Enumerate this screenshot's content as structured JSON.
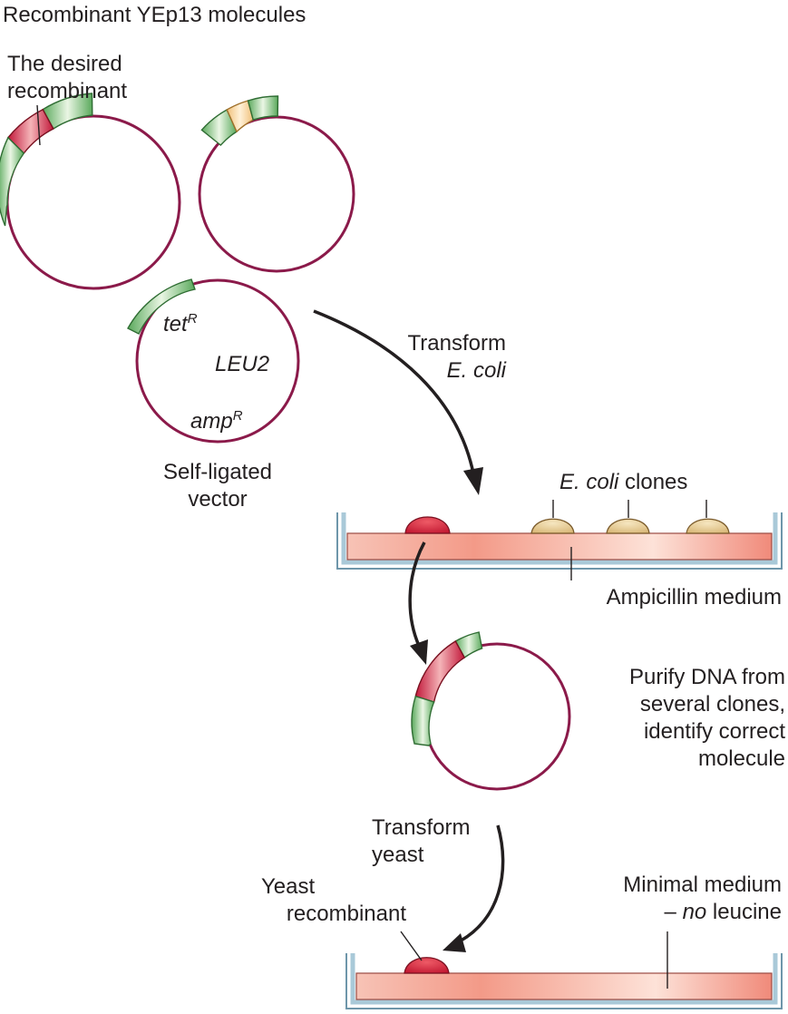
{
  "title": "Recombinant YEp13 molecules",
  "labels": {
    "desired_recombinant": [
      "The desired",
      "recombinant"
    ],
    "tet": "tet",
    "tet_sup": "R",
    "leu2": "LEU2",
    "amp": "amp",
    "amp_sup": "R",
    "self_ligated": [
      "Self-ligated",
      "vector"
    ],
    "transform_ecoli": [
      "Transform",
      "E. coli"
    ],
    "ecoli_clones_italic": "E. coli",
    "ecoli_clones_rest": " clones",
    "ampicillin_medium": "Ampicillin medium",
    "purify": [
      "Purify DNA from",
      "several clones,",
      "identify correct",
      "molecule"
    ],
    "transform_yeast": [
      "Transform",
      "yeast"
    ],
    "yeast_recombinant": [
      "Yeast",
      "recombinant"
    ],
    "minimal_medium": "Minimal medium",
    "no_leucine_dash": "– ",
    "no_leucine_no": "no",
    "no_leucine_rest": " leucine"
  },
  "colors": {
    "plasmid_ring": "#8b1a4a",
    "insert_red": "#d8344a",
    "tet_green": "#7fc27c",
    "insert_yellow": "#f2d49a",
    "ecoli_colony": "#e3c98a",
    "yeast_colony": "#d42a3c",
    "medium": "#f2a094",
    "dish_blue": "#8fb6c8",
    "arrow": "#231f20"
  }
}
